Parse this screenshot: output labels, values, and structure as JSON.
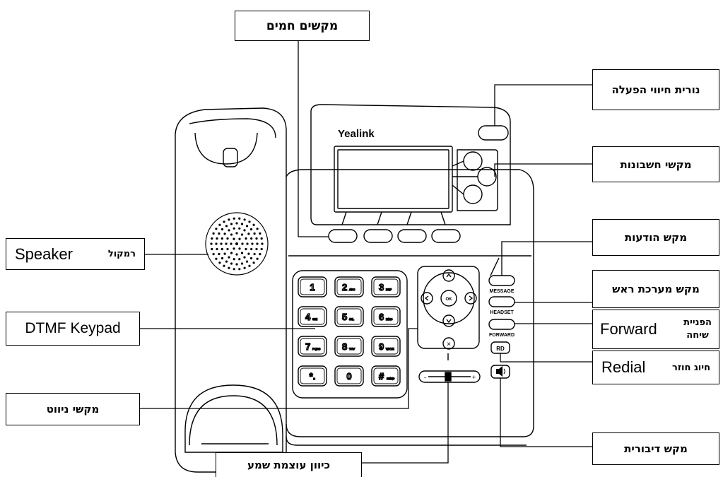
{
  "phone": {
    "brand": "Yealink",
    "message_key": "MESSAGE",
    "headset_key": "HEADSET",
    "forward_key": "FORWARD",
    "redial_key": "RD",
    "keypad": [
      {
        "digit": "1",
        "letters": ""
      },
      {
        "digit": "2",
        "letters": "ABC"
      },
      {
        "digit": "3",
        "letters": "DEF"
      },
      {
        "digit": "4",
        "letters": "GHI"
      },
      {
        "digit": "5",
        "letters": "JKL"
      },
      {
        "digit": "6",
        "letters": "MNO"
      },
      {
        "digit": "7",
        "letters": "PQRS"
      },
      {
        "digit": "8",
        "letters": "TUV"
      },
      {
        "digit": "9",
        "letters": "WXYZ"
      },
      {
        "digit": "*.",
        "letters": ""
      },
      {
        "digit": "0",
        "letters": ""
      },
      {
        "digit": "#",
        "letters": "SEND"
      }
    ],
    "ok_key": "OK",
    "cancel_key": "×",
    "volume_minus": "-",
    "volume_plus": "+"
  },
  "labels": {
    "soft_keys": "מקשים חמים",
    "power_led": "נורית חיווי הפעלה",
    "account_keys": "מקשי חשבונות",
    "speaker_en": "Speaker",
    "speaker_he": "רמקול",
    "message_key": "מקש הודעות",
    "headset_key": "מקש מערכת ראש",
    "forward_en": "Forward",
    "forward_he_line1": "הפניית",
    "forward_he_line2": "שיחה",
    "dtmf_keypad": "DTMF Keypad",
    "redial_en": "Redial",
    "redial_he": "חיוג חוזר",
    "nav_keys": "מקשי ניווט",
    "speakerphone_key": "מקש דיבורית",
    "volume_control": "כיוון עוצמת שמע"
  }
}
